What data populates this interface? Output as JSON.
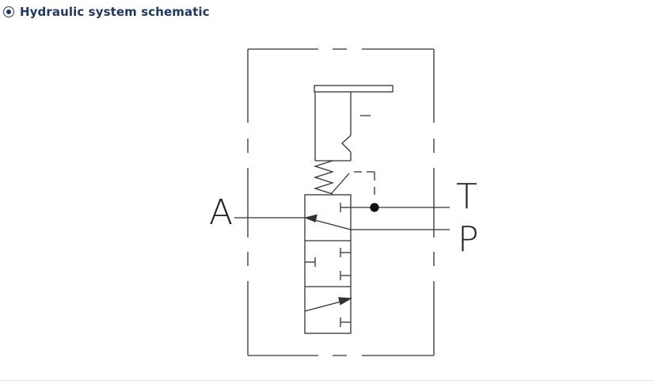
{
  "heading": {
    "title": "Hydraulic system schematic",
    "icon": "radio-selected-icon"
  },
  "diagram": {
    "ports": {
      "a": "A",
      "t": "T",
      "p": "P"
    },
    "colors": {
      "heading": "#1f3864",
      "line": "#333333"
    }
  }
}
